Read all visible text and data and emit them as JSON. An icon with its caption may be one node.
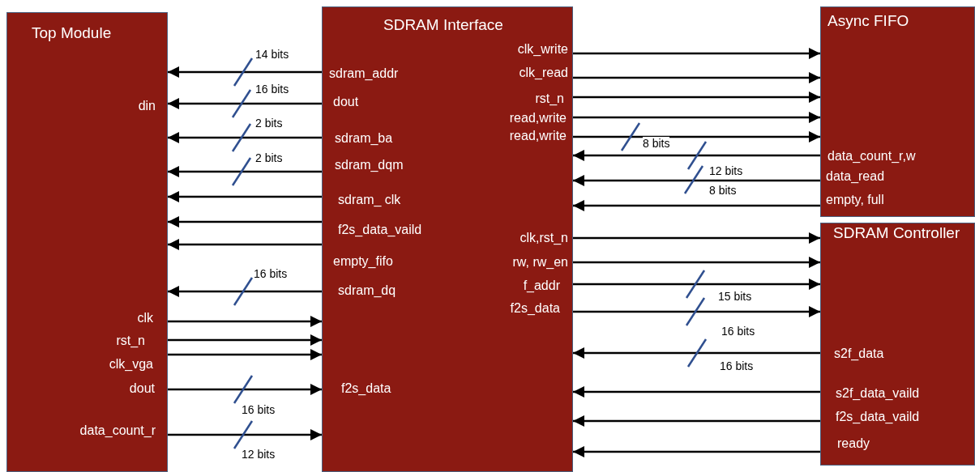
{
  "diagram": {
    "nodes": [
      {
        "text": [
          "Top Module",
          "din",
          "clk",
          "rst_n",
          "clk_vga",
          "dout",
          "data_count_r"
        ]
      },
      {
        "text": [
          "SDRAM Interface",
          "sdram_addr",
          "dout",
          "sdram_ba",
          "sdram_dqm",
          "sdram_ clk",
          "f2s_data_vaild",
          "empty_fifo",
          "sdram_dq",
          "f2s_data",
          "clk_write",
          "clk_read",
          "rst_n",
          "read,write",
          "read,write",
          "clk,rst_n",
          "rw, rw_en",
          "f_addr",
          "f2s_data"
        ]
      },
      {
        "text": [
          "Async FIFO",
          "data_count_r,w",
          "data_read",
          "empty, full"
        ]
      },
      {
        "text": [
          "SDRAM Controller",
          "s2f_data",
          "s2f_data_vaild",
          "f2s_data_vaild",
          "ready"
        ]
      }
    ],
    "edges": [
      {
        "from": 1,
        "to": 0,
        "arrow": "to",
        "label": "14 bits"
      },
      {
        "from": 1,
        "to": 0,
        "arrow": "to",
        "label": "16 bits"
      },
      {
        "from": 1,
        "to": 0,
        "arrow": "to",
        "label": "2 bits"
      },
      {
        "from": 1,
        "to": 0,
        "arrow": "to",
        "label": "2 bits"
      },
      {
        "from": 1,
        "to": 0,
        "arrow": "to"
      },
      {
        "from": 1,
        "to": 0,
        "arrow": "to"
      },
      {
        "from": 1,
        "to": 0,
        "arrow": "to"
      },
      {
        "from": 1,
        "to": 0,
        "arrow": "to",
        "label": "16 bits"
      },
      {
        "from": 0,
        "to": 1,
        "arrow": "to"
      },
      {
        "from": 0,
        "to": 1,
        "arrow": "to"
      },
      {
        "from": 0,
        "to": 1,
        "arrow": "to"
      },
      {
        "from": 0,
        "to": 1,
        "arrow": "to",
        "label": "16 bits"
      },
      {
        "from": 0,
        "to": 1,
        "arrow": "to",
        "label": "12 bits"
      },
      {
        "from": 1,
        "to": 2,
        "arrow": "to"
      },
      {
        "from": 1,
        "to": 2,
        "arrow": "to"
      },
      {
        "from": 1,
        "to": 2,
        "arrow": "to"
      },
      {
        "from": 1,
        "to": 2,
        "arrow": "to"
      },
      {
        "from": 1,
        "to": 2,
        "arrow": "to",
        "label": "8 bits"
      },
      {
        "from": 2,
        "to": 1,
        "arrow": "to",
        "label": "12 bits"
      },
      {
        "from": 2,
        "to": 1,
        "arrow": "to",
        "label": "8 bits"
      },
      {
        "from": 2,
        "to": 1,
        "arrow": "to"
      },
      {
        "from": 1,
        "to": 3,
        "arrow": "to"
      },
      {
        "from": 1,
        "to": 3,
        "arrow": "to"
      },
      {
        "from": 1,
        "to": 3,
        "arrow": "to",
        "label": "15 bits"
      },
      {
        "from": 1,
        "to": 3,
        "arrow": "to",
        "label": "16 bits"
      },
      {
        "from": 3,
        "to": 1,
        "arrow": "to",
        "label": "16 bits"
      },
      {
        "from": 3,
        "to": 1,
        "arrow": "to"
      },
      {
        "from": 3,
        "to": 1,
        "arrow": "to"
      },
      {
        "from": 3,
        "to": 1,
        "arrow": "to"
      }
    ]
  }
}
